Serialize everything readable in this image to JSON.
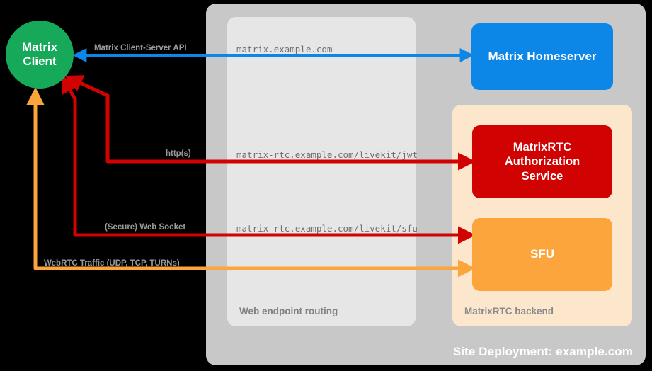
{
  "diagram": {
    "title": "Site Deployment: example.com",
    "containers": {
      "site_deployment": {
        "label": "Site Deployment: example.com",
        "color": "#c8c8c8"
      },
      "web_routing": {
        "label": "Web endpoint routing",
        "color": "#e6e6e6"
      },
      "rtc_backend": {
        "label": "MatrixRTC backend",
        "color": "#fce7cd"
      }
    },
    "nodes": {
      "client": {
        "line1": "Matrix",
        "line2": "Client",
        "color": "#17a95a"
      },
      "homeserver": {
        "label": "Matrix Homeserver",
        "color": "#0c87e8"
      },
      "auth_service": {
        "line1": "MatrixRTC",
        "line2": "Authorization",
        "line3": "Service",
        "color": "#d10202"
      },
      "sfu": {
        "label": "SFU",
        "color": "#fba53c"
      }
    },
    "endpoints": {
      "matrix": "matrix.example.com",
      "jwt": "matrix-rtc.example.com/livekit/jwt",
      "sfu": "matrix-rtc.example.com/livekit/sfu"
    },
    "connections": [
      {
        "id": "cs-api",
        "label": "Matrix Client-Server API",
        "color": "#0c87e8",
        "from": "homeserver",
        "to": "client"
      },
      {
        "id": "https",
        "label": "http(s)",
        "color": "#d10202",
        "from": "client",
        "to": "auth_service"
      },
      {
        "id": "websocket",
        "label": "(Secure) Web Socket",
        "color": "#d10202",
        "from": "client",
        "to": "sfu"
      },
      {
        "id": "webrtc",
        "label": "WebRTC Traffic (UDP, TCP, TURNs)",
        "color": "#fba53c",
        "from": "client",
        "to": "sfu"
      }
    ]
  }
}
